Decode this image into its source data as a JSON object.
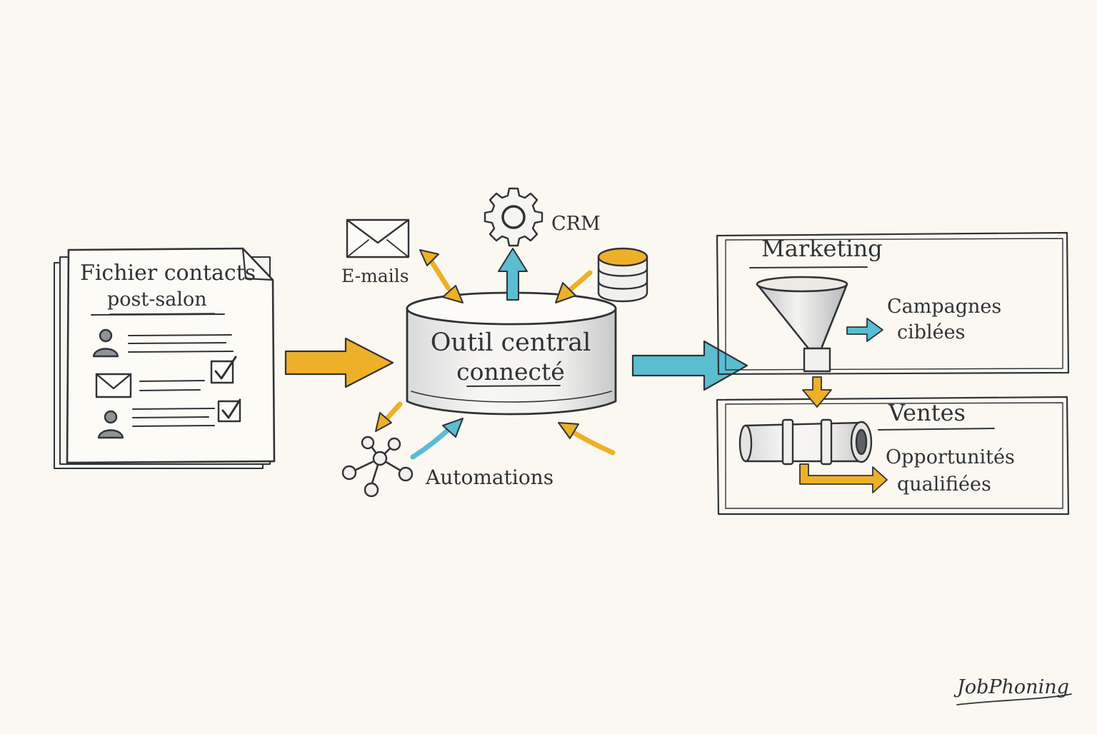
{
  "source": {
    "title_line1": "Fichier contacts",
    "title_line2": "post-salon"
  },
  "hub": {
    "title_line1": "Outil central",
    "title_line2": "connecté",
    "emails": "E-mails",
    "crm": "CRM",
    "automations": "Automations"
  },
  "marketing": {
    "title": "Marketing",
    "output_line1": "Campagnes",
    "output_line2": "ciblées"
  },
  "sales": {
    "title": "Ventes",
    "output_line1": "Opportunités",
    "output_line2": "qualifiées"
  },
  "brand": "JobPhoning",
  "colors": {
    "ink": "#2f3336",
    "yellow": "#eeb029",
    "blue": "#5bbdd2",
    "paper": "#fbf8f1"
  },
  "icons": [
    "person-icon",
    "envelope-icon",
    "checkbox-icon",
    "gear-icon",
    "database-icon",
    "network-icon",
    "funnel-icon",
    "pipe-icon"
  ]
}
